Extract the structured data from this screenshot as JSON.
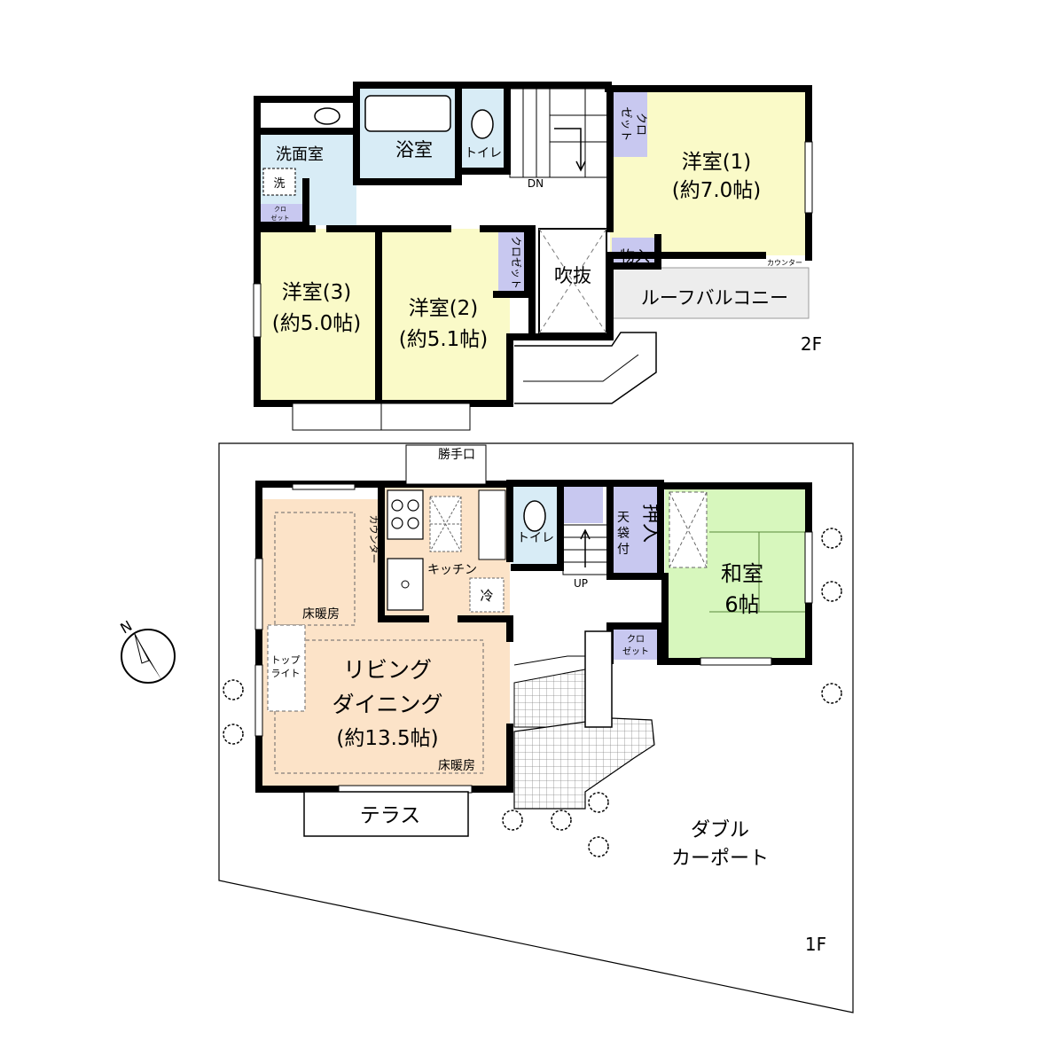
{
  "floor2": {
    "floor_label": "2F",
    "washroom": "洗面室",
    "washer": "洗",
    "bath": "浴室",
    "toilet": "トイレ",
    "closet_small": [
      "クロ",
      "ゼット"
    ],
    "closet_r1": [
      "クロ",
      "ゼット"
    ],
    "closet_r2": "クロゼット",
    "stairs_dn": "DN",
    "room1": [
      "洋室(1)",
      "(約7.0帖)"
    ],
    "room2": [
      "洋室(2)",
      "(約5.1帖)"
    ],
    "room3": [
      "洋室(3)",
      "(約5.0帖)"
    ],
    "void": "吹抜",
    "storage": "物入",
    "counter": "カウンター",
    "roof_balcony": "ルーフバルコニー"
  },
  "floor1": {
    "floor_label": "1F",
    "service_door": "勝手口",
    "counter": "カウンター",
    "kitchen": "キッチン",
    "fridge": "冷",
    "toilet": "トイレ",
    "stairs_up": "UP",
    "oshiire": "押入",
    "tenbukuro": [
      "天",
      "袋",
      "付"
    ],
    "closet": [
      "クロ",
      "ゼット"
    ],
    "washitsu": [
      "和室",
      "6帖"
    ],
    "floor_heating": "床暖房",
    "floor_heating_2": "床暖房",
    "toplight": [
      "トップ",
      "ライト"
    ],
    "living": [
      "リビング",
      "ダイニング",
      "(約13.5帖)"
    ],
    "terrace": "テラス",
    "carport": [
      "ダブル",
      "カーポート"
    ]
  },
  "colors": {
    "wall": "#000000",
    "washroom_bath": "#d8ecf6",
    "western_room": "#fafac8",
    "closet": "#c8c8f0",
    "washitsu": "#d7f7bd",
    "living": "#fce3c8",
    "balcony": "#ededed"
  }
}
